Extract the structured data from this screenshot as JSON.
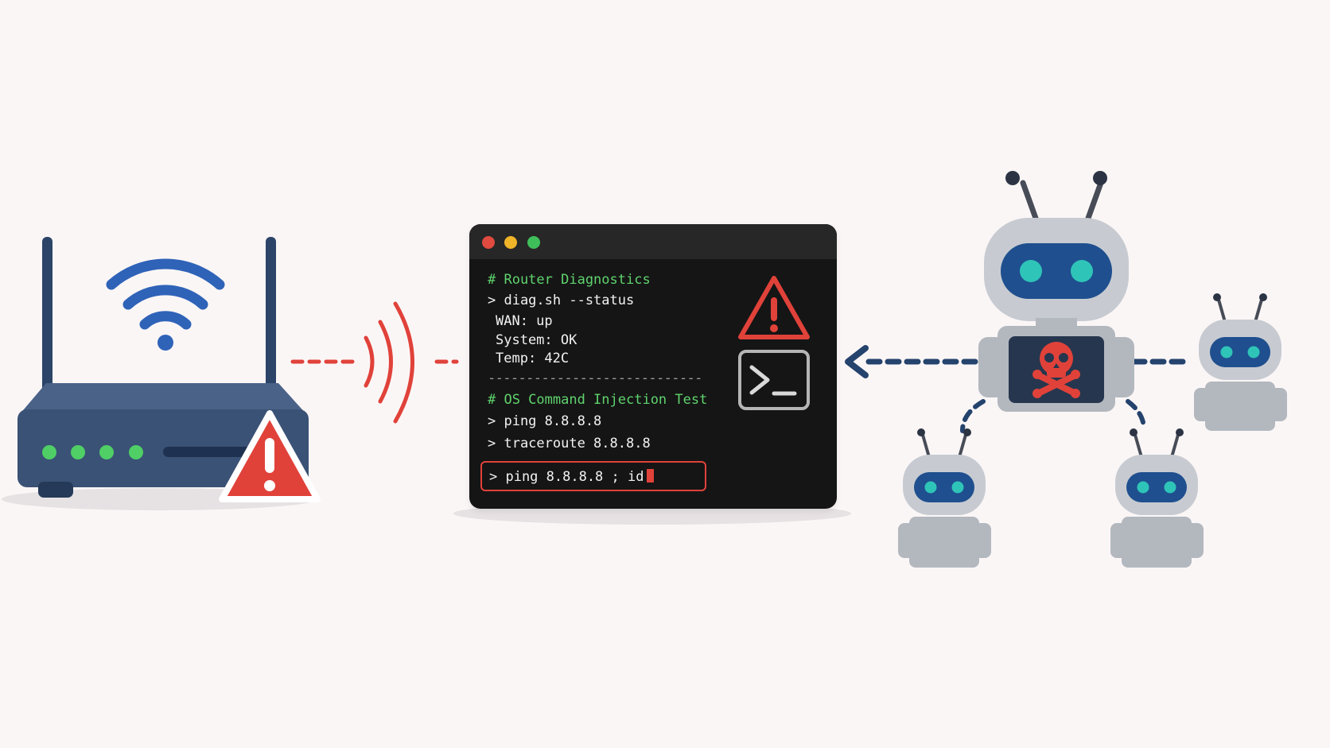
{
  "terminal": {
    "section1_comment": "# Router Diagnostics",
    "command1": "> diag.sh --status",
    "output_wan": "WAN: up",
    "output_system": "System: OK",
    "output_temp": "Temp: 42C",
    "divider": "----------------------------",
    "section2_comment": "# OS Command Injection Test",
    "command_ping": "> ping 8.8.8.8",
    "command_traceroute": "> traceroute 8.8.8.8",
    "injected_command": "> ping 8.8.8.8 ; id"
  },
  "icons": {
    "router": "router-icon",
    "wifi": "wifi-icon",
    "warning": "warning-icon",
    "prompt": "terminal-prompt-icon",
    "signal": "signal-waves-icon",
    "skull": "skull-crossbones-icon",
    "botnet": "botnet-robot-icon"
  },
  "colors": {
    "router_body": "#3d5478",
    "router_led": "#3fbf5a",
    "wifi": "#2f63b8",
    "warning": "#e0423a",
    "terminal_bg": "#151515",
    "comment_green": "#5fd36d",
    "robot_gray": "#c7cbd1",
    "robot_visor": "#1f4f8f",
    "robot_eye": "#2fc4b8",
    "botnet_arrow": "#24436d"
  }
}
